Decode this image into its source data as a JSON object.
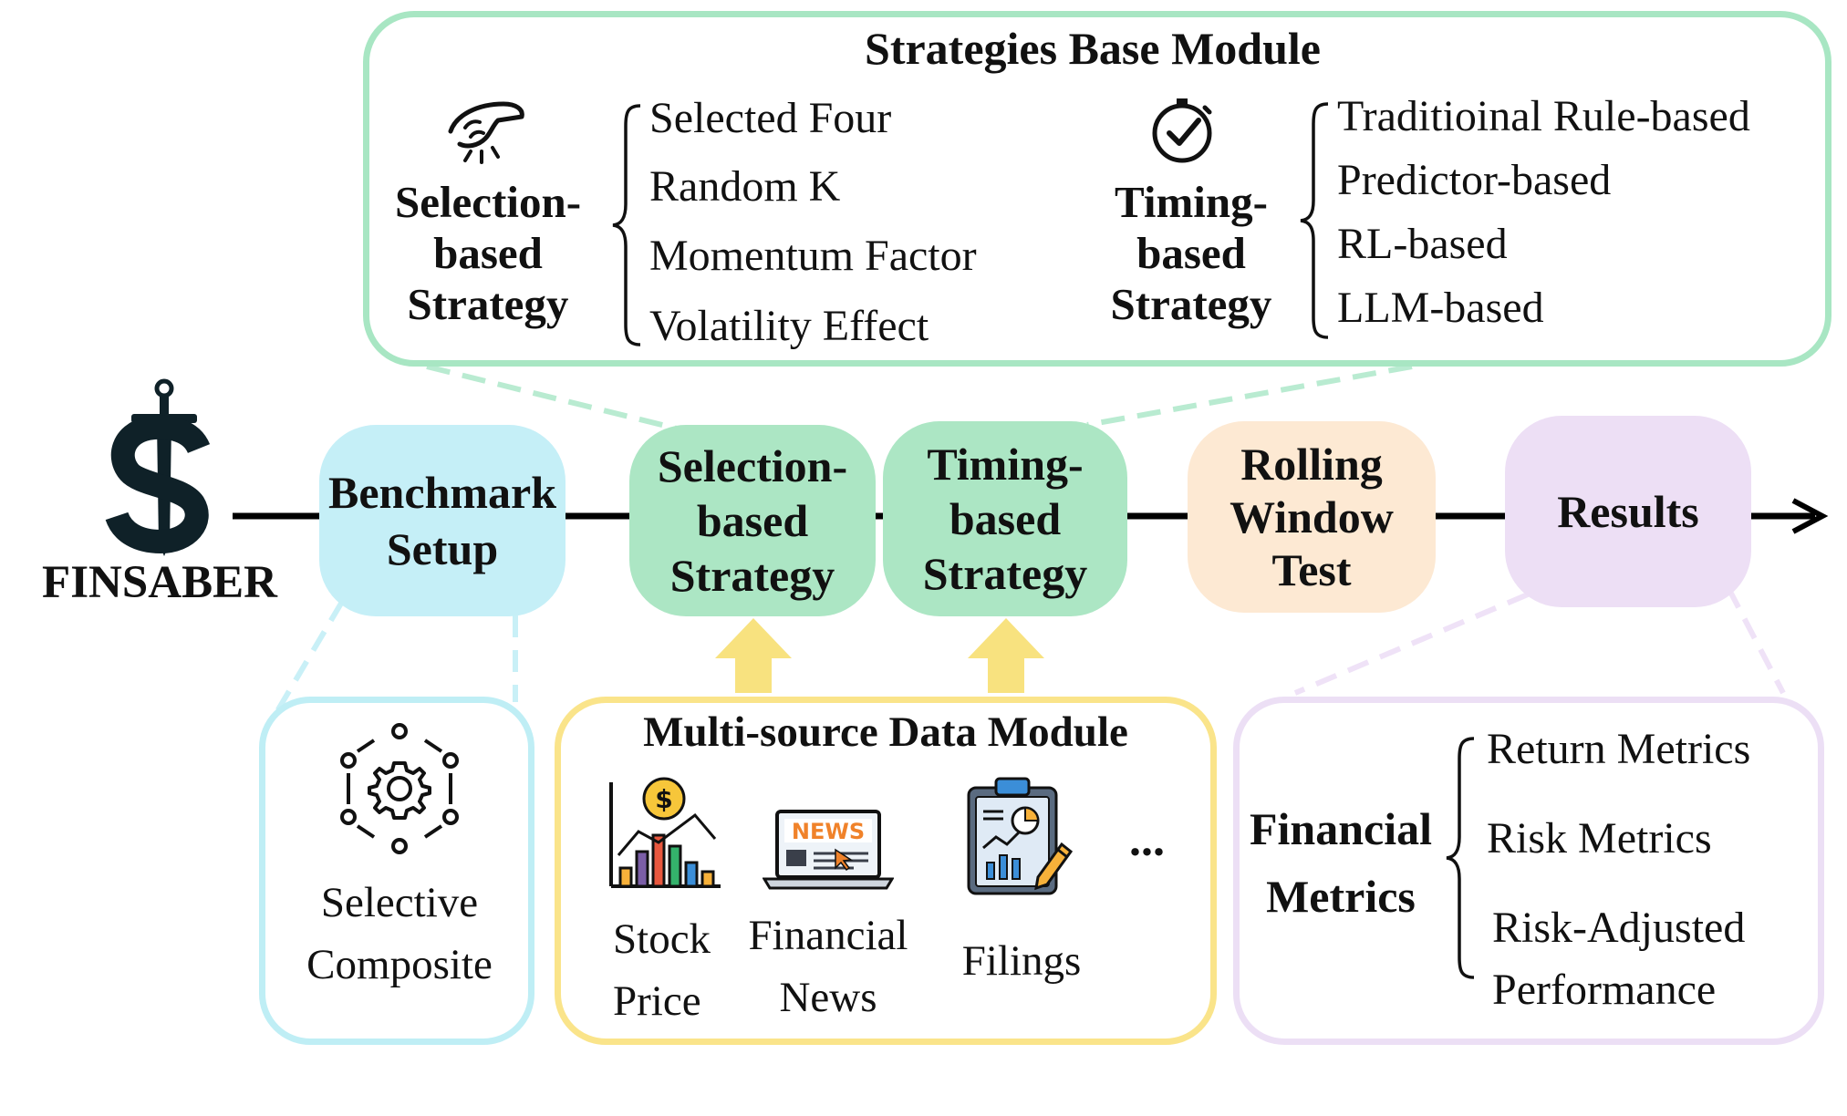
{
  "colors": {
    "green": "#a8e6c3",
    "green_fill": "#ace6c4",
    "blue": "#bfeef5",
    "blue_fill": "#c5eff7",
    "yellow": "#fae48a",
    "peach_fill": "#fde9d3",
    "lavender": "#ecdff5",
    "lavender_fill": "#eddff5",
    "arrow_yellow": "#f8e27f"
  },
  "logo": {
    "text": "FINSABER",
    "icon": "dollar-sword-icon"
  },
  "pipeline": [
    {
      "id": "benchmark",
      "lines": [
        "Benchmark",
        "Setup"
      ]
    },
    {
      "id": "selection",
      "lines": [
        "Selection-",
        "based",
        "Strategy"
      ]
    },
    {
      "id": "timing",
      "lines": [
        "Timing-",
        "based",
        "Strategy"
      ]
    },
    {
      "id": "rolling",
      "lines": [
        "Rolling",
        "Window",
        "Test"
      ]
    },
    {
      "id": "results",
      "lines": [
        "Results"
      ]
    }
  ],
  "strategies_module": {
    "title": "Strategies Base Module",
    "selection": {
      "icon": "pinching-hand-icon",
      "label": [
        "Selection-",
        "based",
        "Strategy"
      ],
      "items": [
        "Selected Four",
        "Random K",
        "Momentum Factor",
        "Volatility Effect"
      ]
    },
    "timing": {
      "icon": "clock-check-icon",
      "label": [
        "Timing-",
        "based",
        "Strategy"
      ],
      "items": [
        "Traditioinal Rule-based",
        "Predictor-based",
        "RL-based",
        "LLM-based"
      ]
    }
  },
  "benchmark_module": {
    "icon": "gear-network-icon",
    "lines": [
      "Selective",
      "Composite"
    ]
  },
  "data_module": {
    "title": "Multi-source Data Module",
    "sources": [
      {
        "icon": "stock-chart-icon",
        "lines": [
          "Stock",
          "Price"
        ]
      },
      {
        "icon": "news-laptop-icon",
        "badge": "NEWS",
        "lines": [
          "Financial",
          "News"
        ]
      },
      {
        "icon": "clipboard-report-icon",
        "lines": [
          "Filings"
        ]
      }
    ],
    "more": "..."
  },
  "metrics_module": {
    "label": [
      "Financial",
      "Metrics"
    ],
    "items": [
      "Return Metrics",
      "Risk Metrics",
      "Risk-Adjusted",
      "Performance"
    ]
  }
}
